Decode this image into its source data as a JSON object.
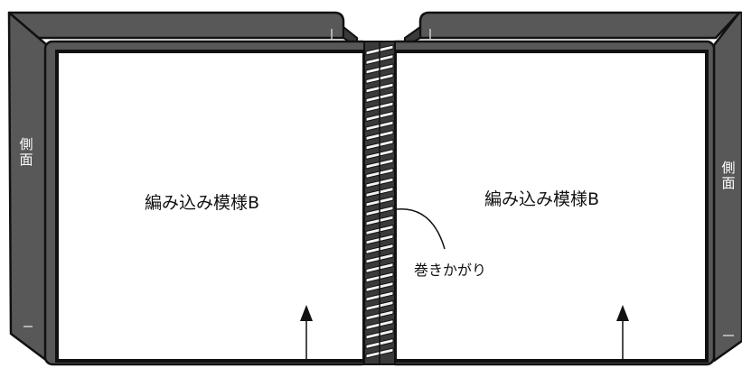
{
  "panels": {
    "left": {
      "side_label": "側面",
      "title": "編み込み模様B"
    },
    "right": {
      "side_label": "側面",
      "title": "編み込み模様B"
    }
  },
  "callouts": {
    "binding": "巻きかがり"
  },
  "colors": {
    "frame_dark": "#585858",
    "frame_darker": "#3a3a3a",
    "outline": "#111111",
    "panel_fill": "#ffffff",
    "side_label_text": "#ffffff"
  }
}
